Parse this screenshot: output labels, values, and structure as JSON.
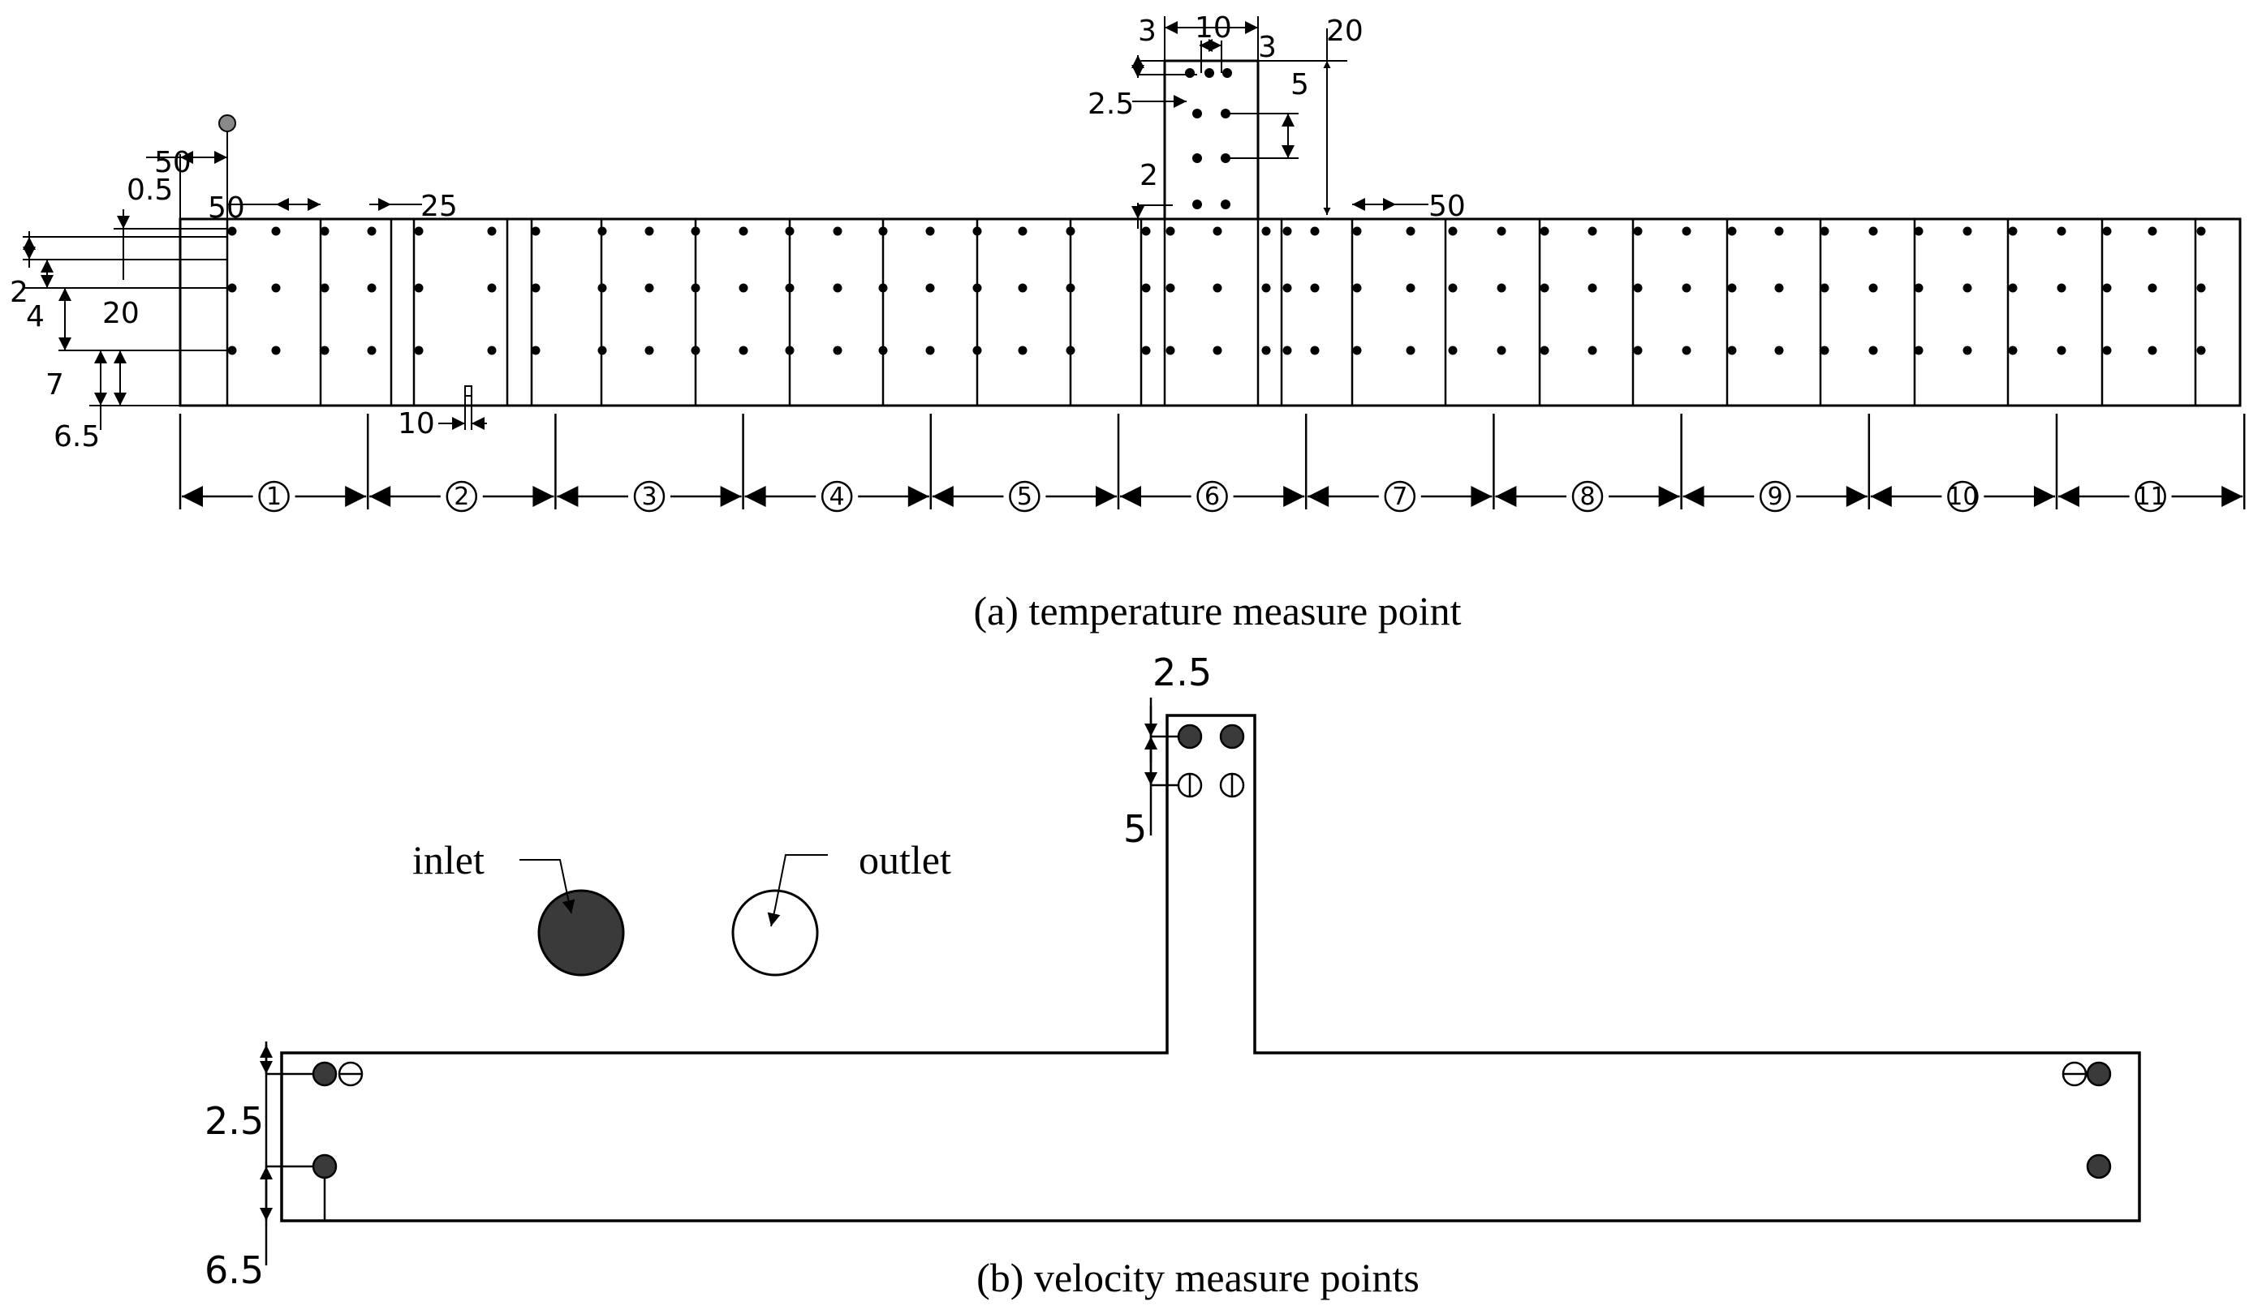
{
  "part_a": {
    "caption": "(a) temperature measure point",
    "zones": [
      "1",
      "2",
      "3",
      "4",
      "5",
      "6",
      "7",
      "8",
      "9",
      "10",
      "11"
    ],
    "dimensions": {
      "d50_left": "50",
      "d0_5": "0.5",
      "d50_inner": "50",
      "d25": "25",
      "d2": "2",
      "d4": "4",
      "d20_left": "20",
      "d7": "7",
      "d6_5": "6.5",
      "d10_bottom": "10",
      "d3_left": "3",
      "d10_top": "10",
      "d3_right": "3",
      "d20_right": "20",
      "d2_5": "2.5",
      "d5": "5",
      "d2_mid": "2",
      "d50_right": "50"
    }
  },
  "part_b": {
    "caption": "(b) velocity measure points",
    "legend": {
      "inlet": "inlet",
      "outlet": "outlet"
    },
    "dimensions": {
      "d2_5_top": "2.5",
      "d5_top": "5",
      "d2_5_left": "2.5",
      "d6_5_left": "6.5"
    }
  },
  "colors": {
    "line": "#000000",
    "inlet_fill": "#3a3a3a",
    "sensor_fill": "#888888"
  }
}
